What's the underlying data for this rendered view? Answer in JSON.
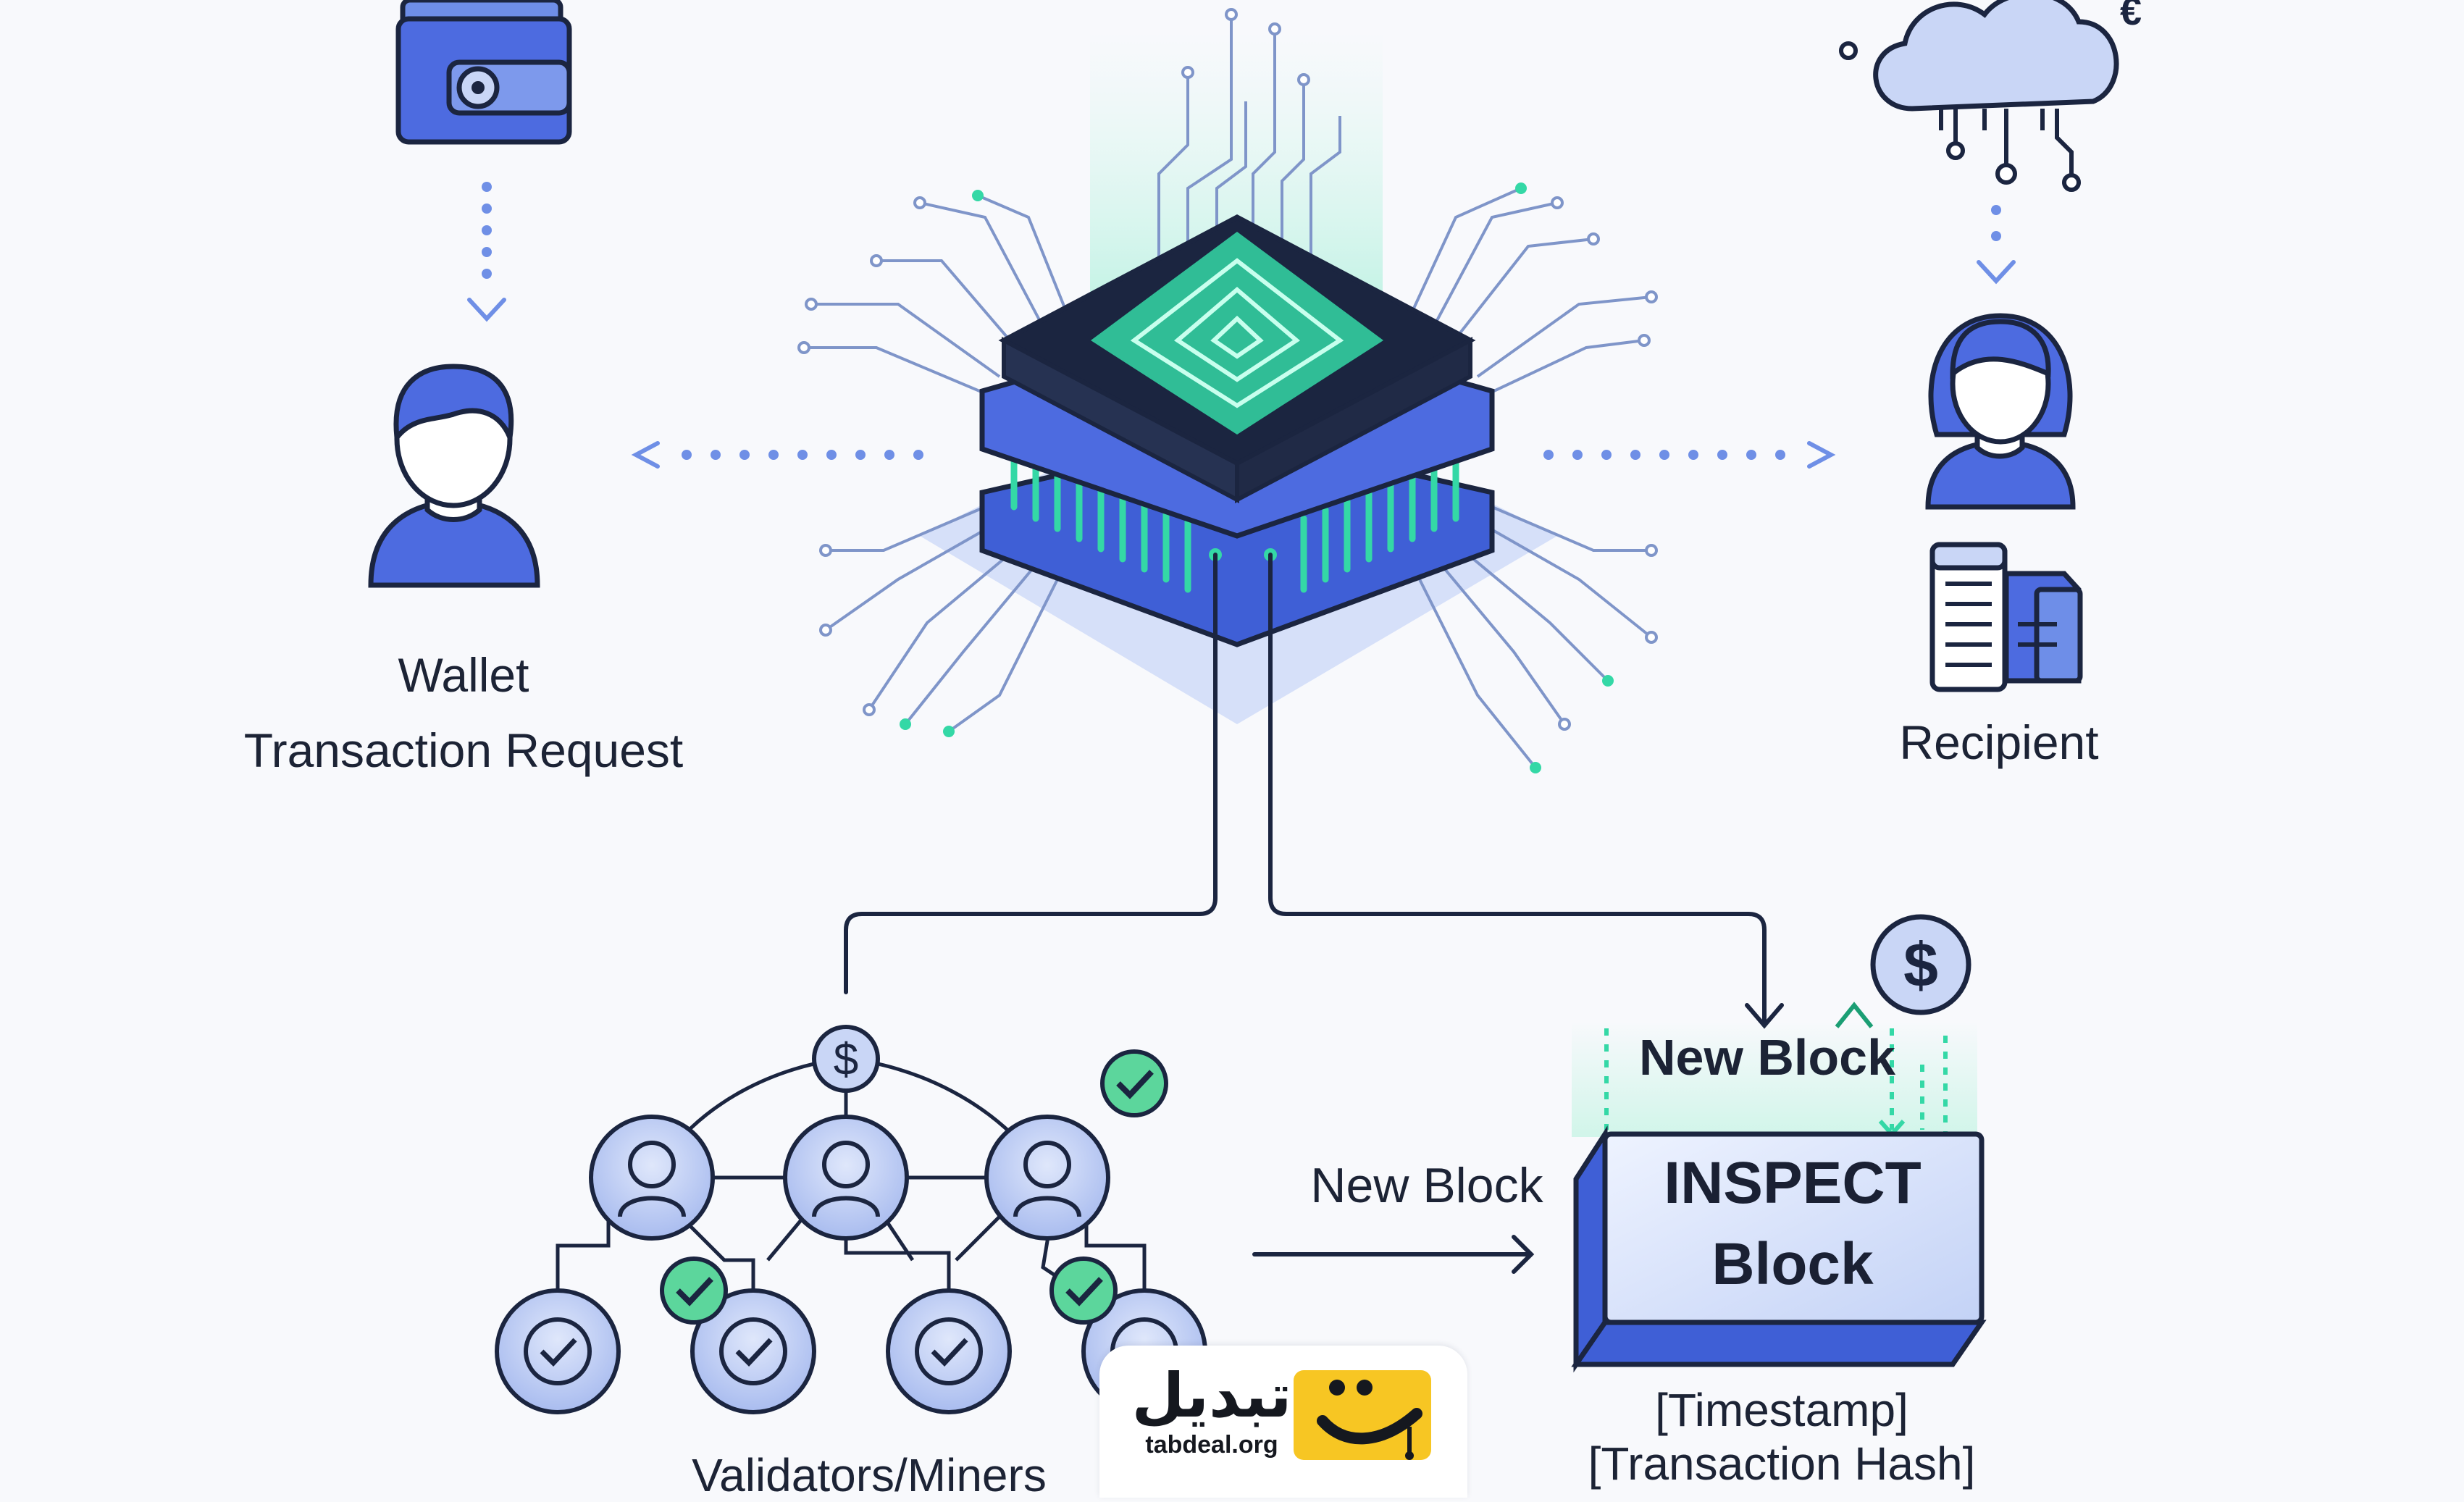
{
  "wallet": {
    "title": "Wallet",
    "subtitle": "Transaction Request"
  },
  "recipient": {
    "label": "Recipient"
  },
  "new_block_top": {
    "label": "New Block"
  },
  "new_block_arrow": {
    "label": "New Block"
  },
  "inspect_block": {
    "line1": "INSPECT",
    "line2": "Block"
  },
  "block_fields": {
    "line1": "[Timestamp]",
    "line2": "[Transaction Hash]"
  },
  "validators": {
    "label": "Validators/Miners"
  },
  "currency": {
    "dollar": "$",
    "euro": "€"
  },
  "watermark": {
    "name": "تبدیل",
    "url": "tabdeal.org"
  },
  "colors": {
    "primary_blue": "#4d6be0",
    "light_blue": "#c9d6f6",
    "dark_navy": "#1b2540",
    "mint_green": "#34d8a6",
    "check_green": "#5cd69c",
    "arrow_dots": "#6f8fe6",
    "logo_yellow": "#f7c623"
  }
}
